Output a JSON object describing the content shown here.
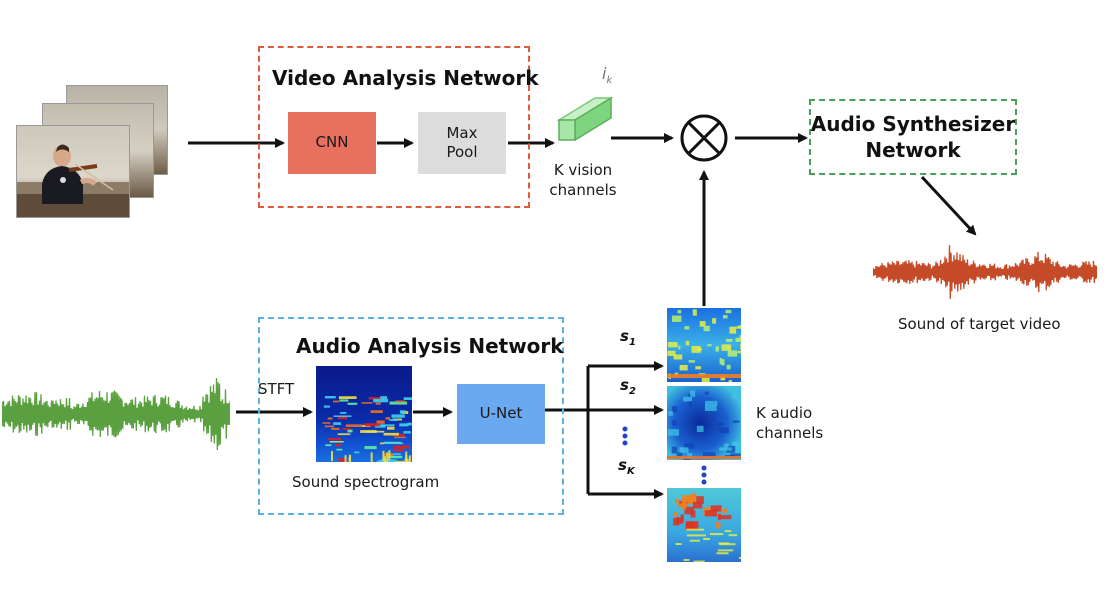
{
  "video_network": {
    "title": "Video Analysis Network",
    "cnn_label": "CNN",
    "maxpool_line1": "Max",
    "maxpool_line2": "Pool"
  },
  "vision_channels": {
    "symbol": "i",
    "symbol_sub": "k",
    "label_line1": "K vision",
    "label_line2": "channels"
  },
  "audio_synth": {
    "title_line1": "Audio Synthesizer",
    "title_line2": "Network"
  },
  "target_sound": {
    "label": "Sound of target video"
  },
  "audio_network": {
    "title": "Audio Analysis Network",
    "stft_label": "STFT",
    "unet_label": "U-Net",
    "spectrogram_label": "Sound spectrogram"
  },
  "audio_channels": {
    "label_line1": "K audio",
    "label_line2": "channels",
    "s1": {
      "base": "s",
      "sub": "1"
    },
    "s2": {
      "base": "s",
      "sub": "2"
    },
    "sK": {
      "base": "s",
      "sub": "K"
    }
  },
  "colors": {
    "video_box_border": "#e05a3c",
    "cnn_fill": "#e8705e",
    "maxpool_fill": "#dcdcdc",
    "audio_box_border": "#5ab0e0",
    "unet_fill": "#6aa8ef",
    "synth_border": "#4aa05a",
    "input_wave": "#5aa040",
    "output_wave": "#c44a28",
    "vision_block": "#9be09b"
  }
}
